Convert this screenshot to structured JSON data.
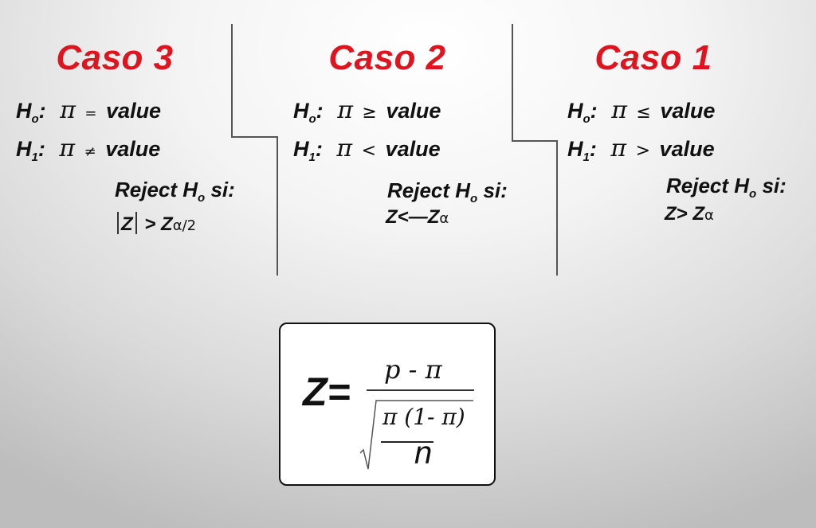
{
  "casos": [
    {
      "title": "Caso 3",
      "h0": {
        "label": "H",
        "sub": "o",
        "op": "=",
        "value": "value"
      },
      "h1": {
        "label": "H",
        "sub": "1",
        "op": "≠",
        "value": "value"
      },
      "reject": {
        "text": "Reject H",
        "sub": "o",
        "tail": " si:"
      },
      "rule": {
        "z": "Z",
        "gt": ">",
        "za": "Z",
        "alpha": "α/2"
      }
    },
    {
      "title": "Caso 2",
      "h0": {
        "label": "H",
        "sub": "o",
        "op": "≥",
        "value": "value"
      },
      "h1": {
        "label": "H",
        "sub": "1",
        "op": "<",
        "value": "value"
      },
      "reject": {
        "text": "Reject H",
        "sub": "o",
        "tail": " si:"
      },
      "rule": {
        "z": "Z",
        "lt": "<",
        "neg": "—",
        "za": "Z",
        "alpha": "α"
      }
    },
    {
      "title": "Caso 1",
      "h0": {
        "label": "H",
        "sub": "o",
        "op": "≤",
        "value": "value"
      },
      "h1": {
        "label": "H",
        "sub": "1",
        "op": ">",
        "value": "value"
      },
      "reject": {
        "text": "Reject H",
        "sub": "o",
        "tail": " si:"
      },
      "rule": {
        "z": "Z",
        "gt": ">",
        "za": "Z",
        "alpha": "α"
      }
    }
  ],
  "symbols": {
    "pi": "π",
    "colon": ":"
  },
  "formula": {
    "lhs": "Z=",
    "numerator": "p  -  π",
    "radicand_numerator": "π (1- π)",
    "radicand_denominator": "n"
  },
  "colors": {
    "title": "#e0141e",
    "text": "#111111"
  }
}
